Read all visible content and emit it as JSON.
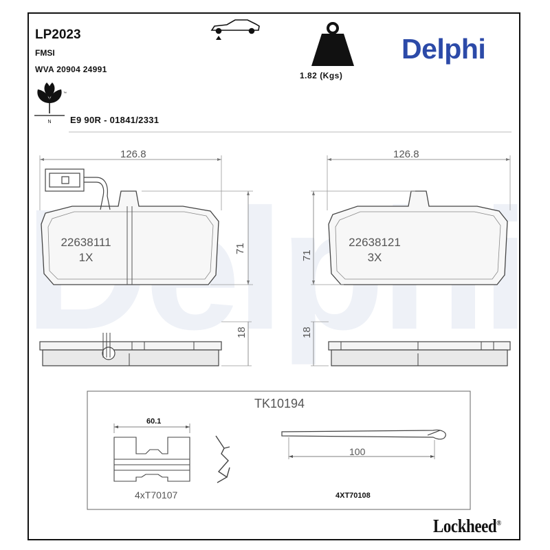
{
  "product": {
    "code": "LP2023",
    "fmsi": "FMSI",
    "wva": "WVA 20904 24991",
    "approval": "E9 90R - 01841/2331",
    "weight": "1.82 (Kgs)",
    "eco_mark_letter": "N",
    "tm_mark": "™"
  },
  "brand": {
    "name": "Delphi",
    "watermark": "Delphi",
    "color": "#2c4aa8",
    "footer_brand": "Lockheed",
    "footer_mark": "®"
  },
  "icons": [
    "car-axle-icon",
    "weight-icon",
    "eco-leaf-icon"
  ],
  "pads": [
    {
      "width": "126.8",
      "height": "71",
      "thickness": "18",
      "part_number": "22638111",
      "quantity": "1X"
    },
    {
      "width": "126.8",
      "height": "71",
      "thickness": "18",
      "part_number": "22638121",
      "quantity": "3X"
    }
  ],
  "kit": {
    "code": "TK10194",
    "clip_width": "60.1",
    "clip_part": "4xT70107",
    "pin_length": "100",
    "pin_part": "4XT70108"
  }
}
